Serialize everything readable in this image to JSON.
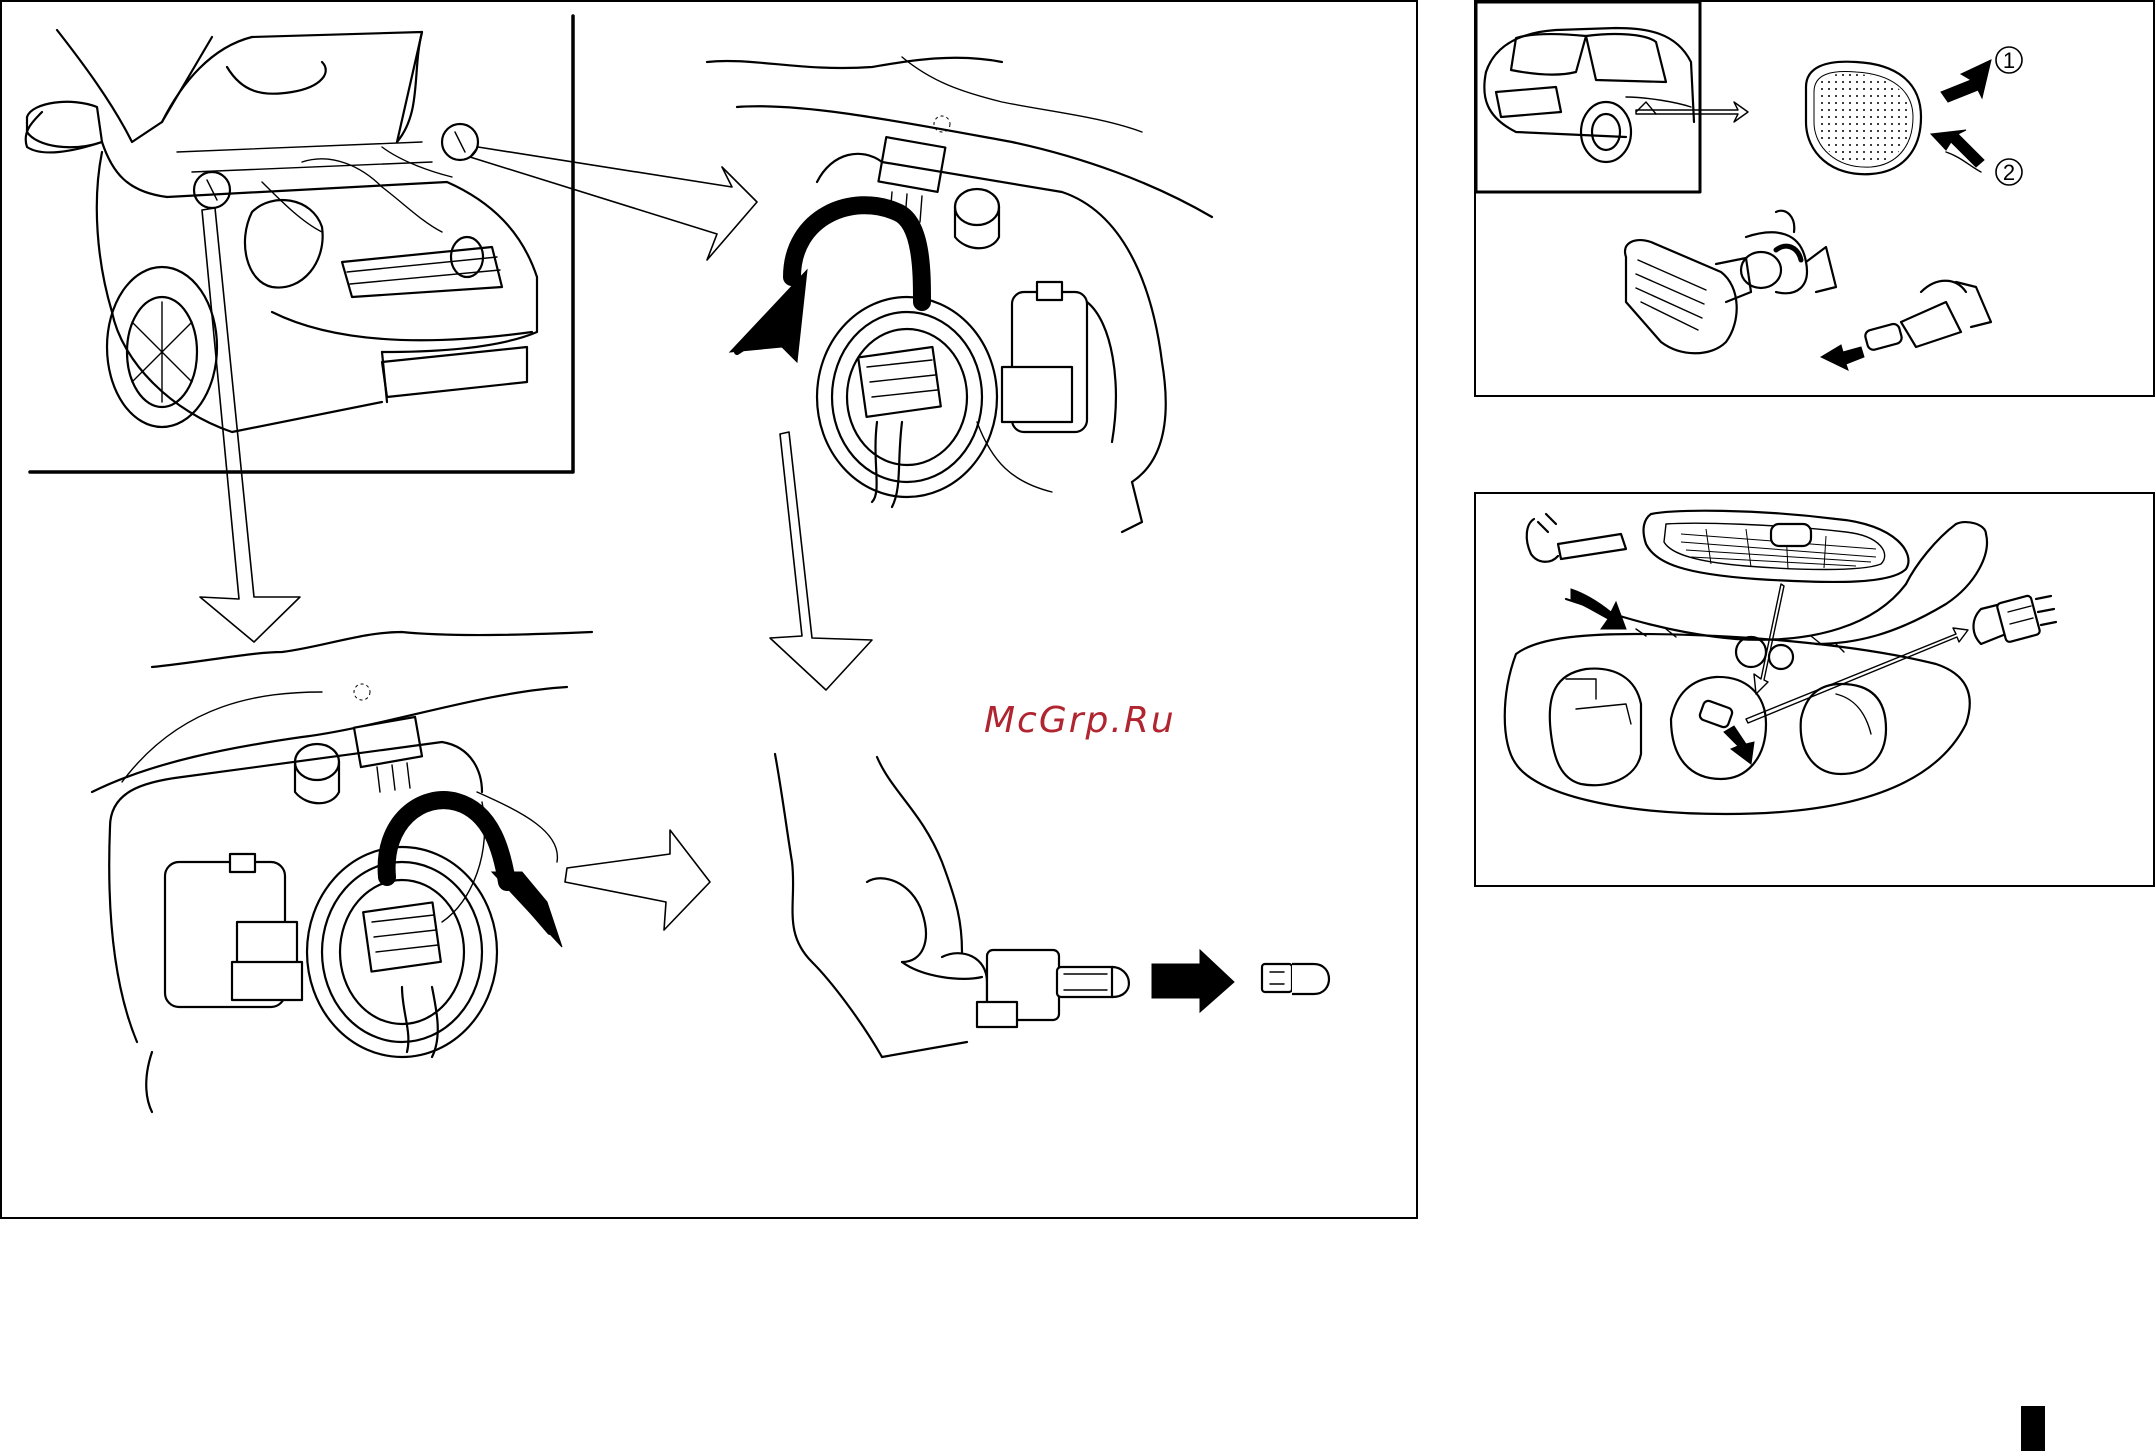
{
  "watermark": {
    "text": "McGrp.Ru"
  },
  "side_marker": {
    "callouts": [
      "1",
      "2"
    ]
  },
  "colors": {
    "watermark": "#b0252f",
    "line": "#000000",
    "background": "#ffffff"
  },
  "icons": [
    "bulb-icon",
    "socket-icon",
    "twist-arrow-icon",
    "pointer-arrow-icon"
  ]
}
